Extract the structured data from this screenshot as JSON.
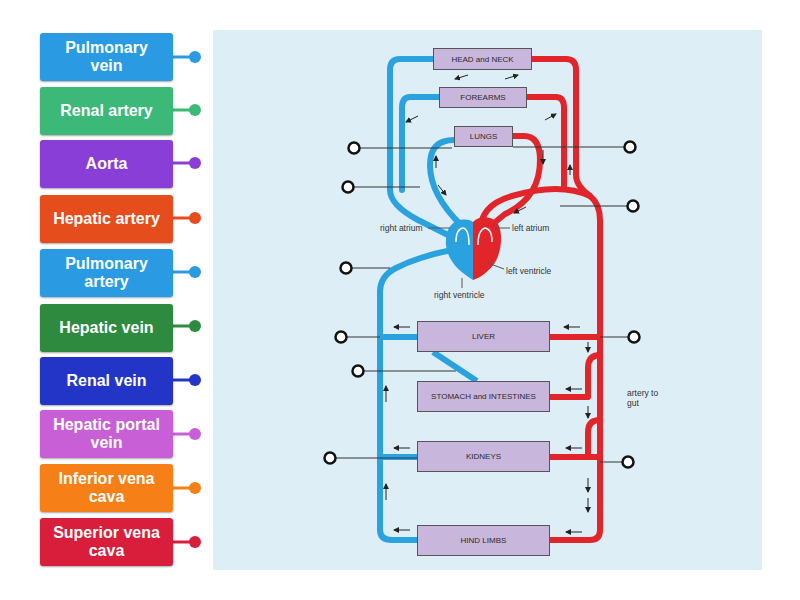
{
  "diagram": {
    "nodes": [
      {
        "text": [
          "Pulmonary vein"
        ]
      },
      {
        "text": [
          "Renal artery"
        ]
      },
      {
        "text": [
          "Aorta"
        ]
      },
      {
        "text": [
          "Hepatic artery"
        ]
      },
      {
        "text": [
          "Pulmonary artery"
        ]
      },
      {
        "text": [
          "Hepatic vein"
        ]
      },
      {
        "text": [
          "Renal vein"
        ]
      },
      {
        "text": [
          "Hepatic portal vein"
        ]
      },
      {
        "text": [
          "Inferior vena cava"
        ]
      },
      {
        "text": [
          "Superior vena cava"
        ]
      },
      {
        "text": [
          "HEAD and NECK"
        ]
      },
      {
        "text": [
          "FOREARMS"
        ]
      },
      {
        "text": [
          "LUNGS"
        ]
      },
      {
        "text": [
          "LIVER"
        ]
      },
      {
        "text": [
          "STOMACH and INTESTINES"
        ]
      },
      {
        "text": [
          "KIDNEYS"
        ]
      },
      {
        "text": [
          "HIND LIMBS"
        ]
      }
    ],
    "edges": [
      {
        "from": 14,
        "to": 13,
        "arrow": "none"
      }
    ],
    "labels": [
      "right atrium",
      "left atrium",
      "left ventricle",
      "right ventricle",
      "artery to gut"
    ]
  }
}
